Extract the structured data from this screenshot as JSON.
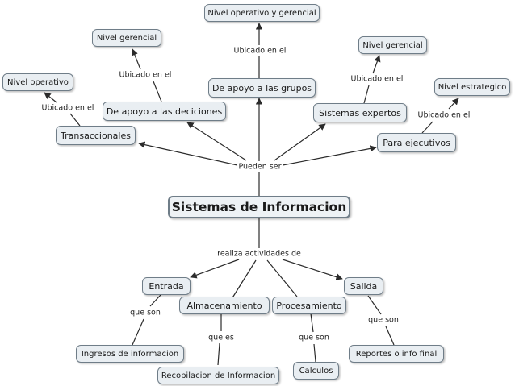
{
  "nodes": {
    "root": "Sistemas de Informacion",
    "transaccionales": "Transaccionales",
    "decisiones": "De apoyo a las deciciones",
    "grupos": "De apoyo a las grupos",
    "expertos": "Sistemas expertos",
    "ejecutivos": "Para ejecutivos",
    "nivel_operativo": "Nivel operativo",
    "nivel_gerencial_1": "Nivel gerencial",
    "nivel_op_ger": "Nivel operativo y gerencial",
    "nivel_gerencial_2": "Nivel gerencial",
    "nivel_estrategico": "Nivel estrategico",
    "entrada": "Entrada",
    "almacenamiento": "Almacenamiento",
    "procesamiento": "Procesamiento",
    "salida": "Salida",
    "ingresos": "Ingresos de informacion",
    "recopilacion": "Recopilacion de Informacion",
    "calculos": "Calculos",
    "reportes": "Reportes o info final"
  },
  "links": {
    "pueden_ser": "Pueden ser",
    "ubicado_1": "Ubicado en el",
    "ubicado_2": "Ubicado en el",
    "ubicado_3": "Ubicado en el",
    "ubicado_4": "Ubicado en el",
    "ubicado_5": "Ubicado en el",
    "realiza": "realiza actividades de",
    "que_son_1": "que son",
    "que_es": "que es",
    "que_son_2": "que son",
    "que_son_3": "que son"
  },
  "colors": {
    "line": "#2b2b2b",
    "node_fill": "#e9eef2",
    "node_border": "#6f7d88"
  }
}
